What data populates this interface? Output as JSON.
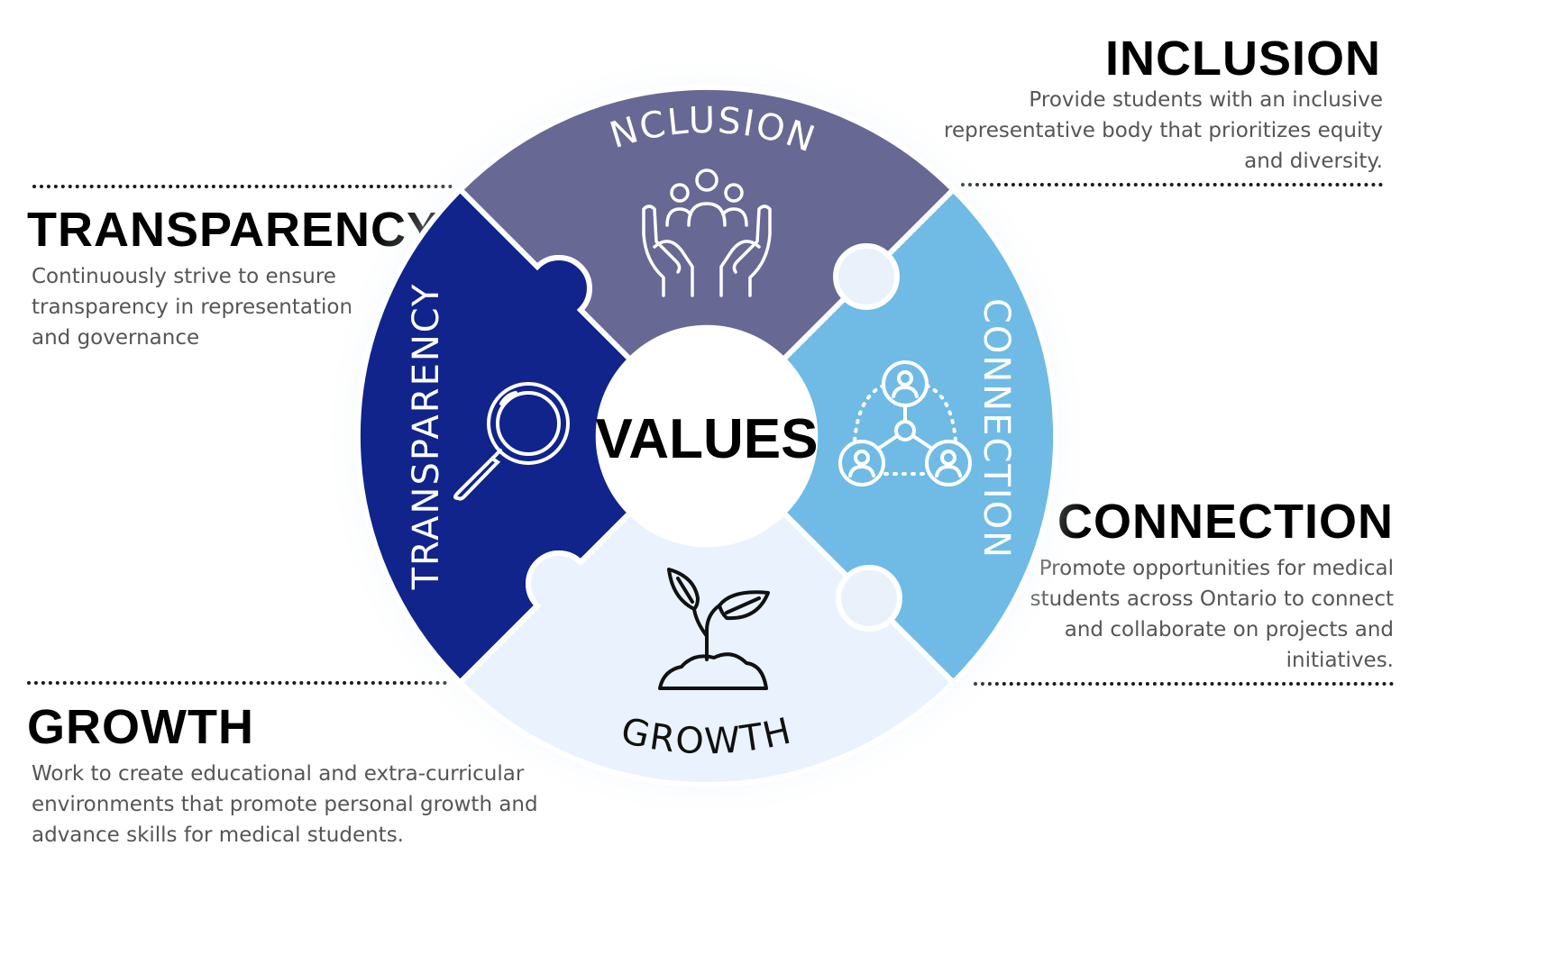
{
  "center_label": "VALUES",
  "values": [
    {
      "key": "inclusion",
      "heading": "INCLUSION",
      "wheel_label": "INCLUSION",
      "description": [
        "Provide students with an inclusive",
        "representative body that prioritizes equity",
        "and diversity."
      ],
      "icon": "hands-holding-people-icon",
      "color": "#676894"
    },
    {
      "key": "transparency",
      "heading": "TRANSPARENCY",
      "wheel_label": "TRANSPARENCY",
      "description": [
        "Continuously strive to ensure",
        "transparency in representation",
        "and governance"
      ],
      "icon": "magnifying-glass-icon",
      "color": "#10248b"
    },
    {
      "key": "connection",
      "heading": "CONNECTION",
      "wheel_label": "CONNECTION",
      "description": [
        "Promote opportunities for medical",
        "students across Ontario to connect",
        "and collaborate on projects and",
        "initiatives."
      ],
      "icon": "network-people-icon",
      "color": "#6fbbe5"
    },
    {
      "key": "growth",
      "heading": "GROWTH",
      "wheel_label": "GROWTH",
      "description": [
        "Work to create educational and extra-curricular",
        "environments that promote personal growth and",
        "advance skills for medical students."
      ],
      "icon": "sprout-icon",
      "color": "#eaf3fd"
    }
  ]
}
